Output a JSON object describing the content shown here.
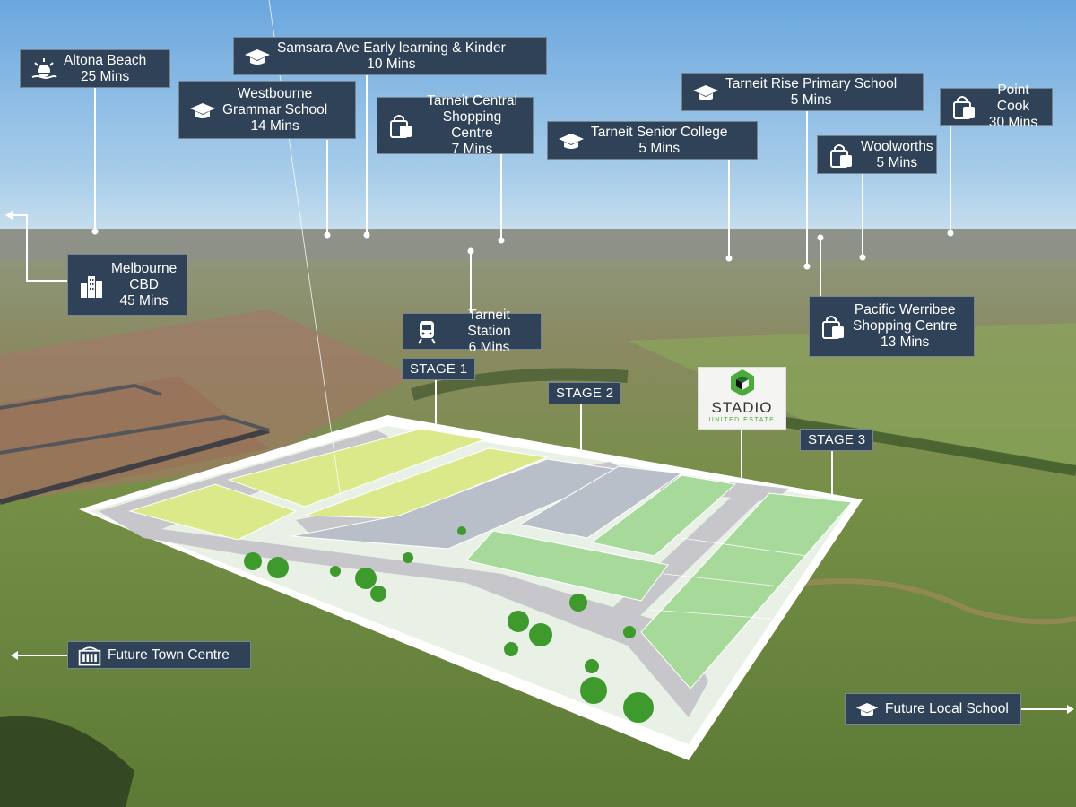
{
  "brand": {
    "name": "STADIO",
    "tagline": "UNITED ESTATE"
  },
  "stages": [
    "STAGE 1",
    "STAGE 2",
    "STAGE 3"
  ],
  "labels": {
    "altona": {
      "line1": "Altona Beach",
      "line2": "25 Mins",
      "icon": "sunset-icon"
    },
    "samsara": {
      "line1": "Samsara Ave Early learning & Kinder",
      "line2": "10 Mins",
      "icon": "graduation-cap-icon"
    },
    "westbourne": {
      "line1": "Westbourne",
      "line2": "Grammar School",
      "line3": "14 Mins",
      "icon": "graduation-cap-icon"
    },
    "tarneit_central": {
      "line1": "Tarneit Central",
      "line2": "Shopping Centre",
      "line3": "7 Mins",
      "icon": "shopping-bag-icon"
    },
    "tarneit_senior": {
      "line1": "Tarneit Senior College",
      "line2": "5 Mins",
      "icon": "graduation-cap-icon"
    },
    "tarneit_rise": {
      "line1": "Tarneit Rise Primary School",
      "line2": "5 Mins",
      "icon": "graduation-cap-icon"
    },
    "woolworths": {
      "line1": "Woolworths",
      "line2": "5 Mins",
      "icon": "shopping-bag-icon"
    },
    "point_cook": {
      "line1": "Point Cook",
      "line2": "30 Mins",
      "icon": "shopping-bag-icon"
    },
    "melbourne": {
      "line1": "Melbourne",
      "line2": "CBD",
      "line3": "45 Mins",
      "icon": "city-buildings-icon"
    },
    "tarneit_station": {
      "line1": "Tarneit Station",
      "line2": "6 Mins",
      "icon": "train-icon"
    },
    "pacific_werribee": {
      "line1": "Pacific Werribee",
      "line2": "Shopping Centre",
      "line3": "13 Mins",
      "icon": "shopping-bag-icon"
    },
    "future_town": {
      "line1": "Future Town Centre",
      "icon": "office-building-icon"
    },
    "future_school": {
      "line1": "Future Local School",
      "icon": "graduation-cap-icon"
    }
  },
  "colors": {
    "label_bg": "#2f4258",
    "stage1_lots": "#dbe98a",
    "stage2_lots": "#b9bfc8",
    "stage3_lots": "#a6d99a",
    "brand_green": "#4caa3a"
  }
}
